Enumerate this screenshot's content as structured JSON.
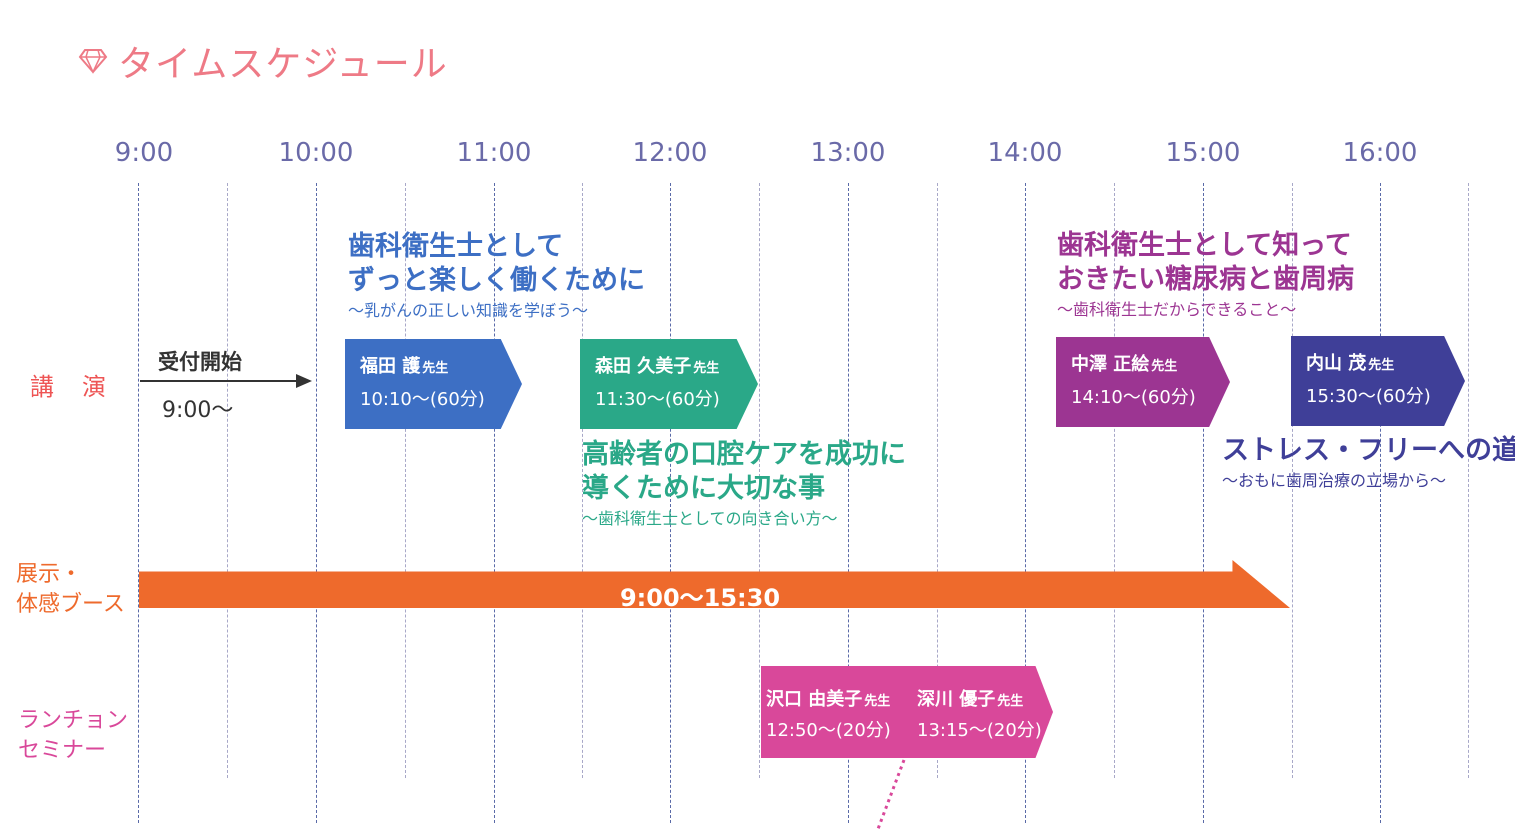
{
  "title": "タイムスケジュール",
  "hours": [
    "9:00",
    "10:00",
    "11:00",
    "12:00",
    "13:00",
    "14:00",
    "15:00",
    "16:00"
  ],
  "rows": {
    "lecture": "講　演",
    "booth_line1": "展示・",
    "booth_line2": "体感ブース",
    "lunch_line1": "ランチョン",
    "lunch_line2": "セミナー"
  },
  "reception": {
    "label": "受付開始",
    "time": "9:00〜"
  },
  "lectures": [
    {
      "name": "福田 護",
      "suffix": "先生",
      "time": "10:10〜(60分)",
      "color": "#3d6fc4",
      "title1": "歯科衛生士として",
      "title2": "ずっと楽しく働くために",
      "sub": "〜乳がんの正しい知識を学ぼう〜"
    },
    {
      "name": "森田 久美子",
      "suffix": "先生",
      "time": "11:30〜(60分)",
      "color": "#2aa888",
      "title1": "高齢者の口腔ケアを成功に",
      "title2": "導くために大切な事",
      "sub": "〜歯科衛生士としての向き合い方〜"
    },
    {
      "name": "中澤 正絵",
      "suffix": "先生",
      "time": "14:10〜(60分)",
      "color": "#9c3592",
      "title1": "歯科衛生士として知って",
      "title2": "おきたい糖尿病と歯周病",
      "sub": "〜歯科衛生士だからできること〜"
    },
    {
      "name": "内山 茂",
      "suffix": "先生",
      "time": "15:30〜(60分)",
      "color": "#3f3f98",
      "title1": "ストレス・フリーへの道",
      "title2": "",
      "sub": "〜おもに歯周治療の立場から〜"
    }
  ],
  "booth": {
    "time": "9:00〜15:30",
    "color": "#ee6a2c"
  },
  "luncheon": [
    {
      "name": "沢口 由美子",
      "suffix": "先生",
      "time": "12:50〜(20分)"
    },
    {
      "name": "深川 優子",
      "suffix": "先生",
      "time": "13:15〜(20分)"
    }
  ],
  "colors": {
    "title": "#ee7a86",
    "hour": "#6a6aa8",
    "lecture_label": "#ee5555",
    "booth_label": "#ee6a2c",
    "lunch_label": "#d9489a",
    "lunch_box": "#d9489a"
  }
}
